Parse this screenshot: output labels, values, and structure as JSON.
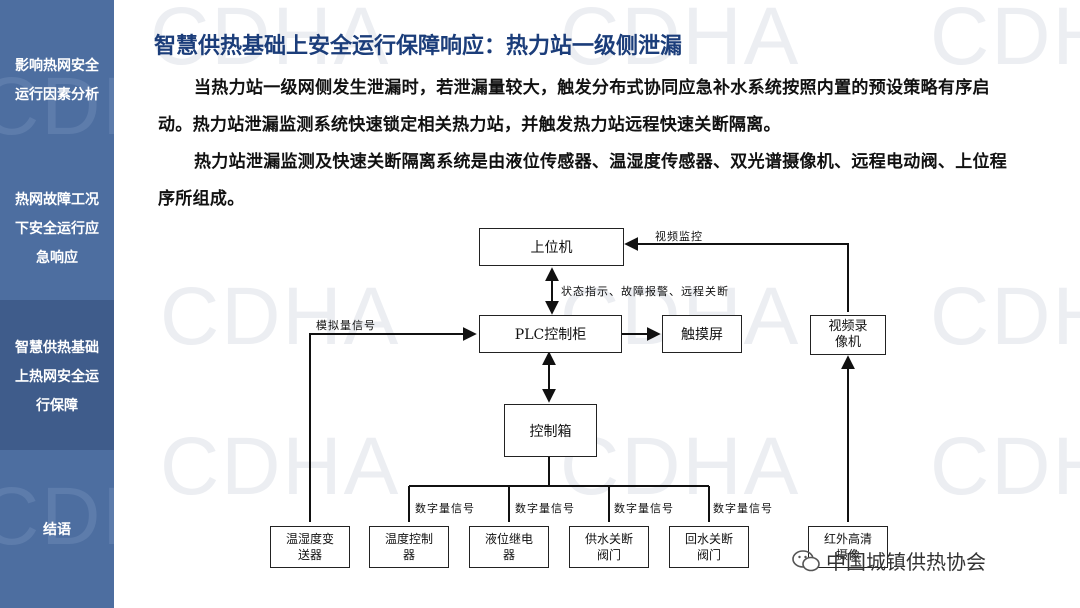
{
  "sidebar": {
    "items": [
      {
        "label": [
          "影响热网安全",
          "运行因素分析"
        ]
      },
      {
        "label": [
          "热网故障工况",
          "下安全运行应",
          "急响应"
        ]
      },
      {
        "label": [
          "智慧供热基础",
          "上热网安全运",
          "行保障"
        ]
      },
      {
        "label": [
          "结语"
        ]
      }
    ],
    "active_index": 2
  },
  "watermark": "CDHA",
  "title": "智慧供热基础上安全运行保障响应：热力站一级侧泄漏",
  "paragraphs": [
    "当热力站一级网侧发生泄漏时，若泄漏量较大，触发分布式协同应急补水系统按照内置的预设策略有序启动。热力站泄漏监测系统快速锁定相关热力站，并触发热力站远程快速关断隔离。",
    "热力站泄漏监测及快速关断隔离系统是由液位传感器、温湿度传感器、双光谱摄像机、远程电动阀、上位程序所组成。"
  ],
  "diagram": {
    "nodes": {
      "host": "上位机",
      "plc": "PLC控制柜",
      "touch": "触摸屏",
      "recorder": [
        "视频录",
        "像机"
      ],
      "control_box": "控制箱",
      "temp_hum_tx": [
        "温湿度变",
        "送器"
      ],
      "temp_ctrl": [
        "温度控制",
        "器"
      ],
      "level_relay": [
        "液位继电",
        "器"
      ],
      "supply_valve": [
        "供水关断",
        "阀门"
      ],
      "return_valve": [
        "回水关断",
        "阀门"
      ],
      "ir_camera": [
        "红外高清",
        "摄像"
      ]
    },
    "labels": {
      "video_monitor": "视频监控",
      "status": "状态指示、故障报警、远程关断",
      "analog": "模拟量信号",
      "digital": "数字量信号"
    }
  },
  "brand": "中国城镇供热协会",
  "colors": {
    "sidebar": "#4d6ea0",
    "sidebar_active": "#3f5c8b",
    "title": "#1b3d7a"
  }
}
